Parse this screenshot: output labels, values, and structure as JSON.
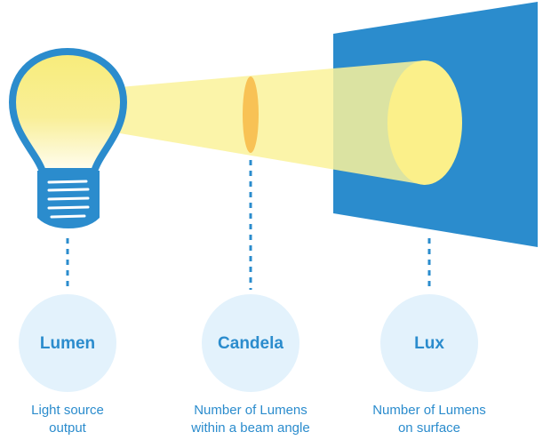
{
  "colors": {
    "blue": "#2b8ccd",
    "light": "#e3f2fc",
    "beam": "#faf29a",
    "candela": "#f8c255"
  },
  "items": [
    {
      "label": "Lumen",
      "desc1": "Light source",
      "desc2": "output"
    },
    {
      "label": "Candela",
      "desc1": "Number of Lumens",
      "desc2": "within a beam angle"
    },
    {
      "label": "Lux",
      "desc1": "Number of Lumens",
      "desc2": "on surface"
    }
  ]
}
